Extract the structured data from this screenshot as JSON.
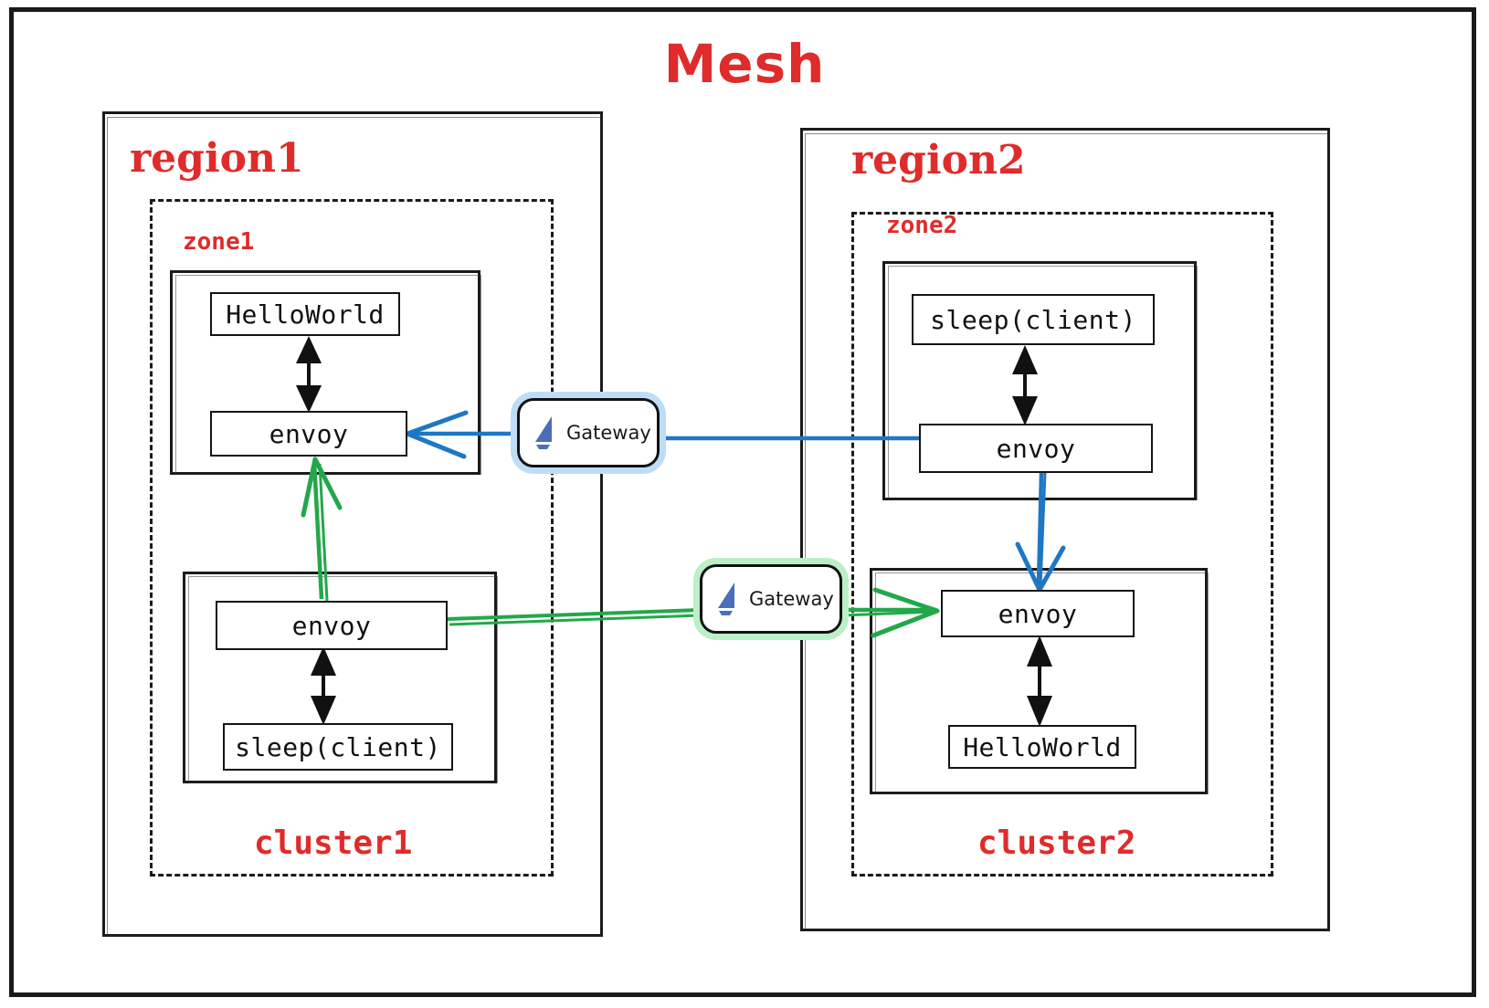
{
  "diagram": {
    "title": "Mesh",
    "title_color": "#e02b2b",
    "type": "architecture-diagram"
  },
  "regions": [
    {
      "id": "region1",
      "label": "region1",
      "zone_label": "zone1",
      "cluster_label": "cluster1",
      "pods": [
        {
          "id": "pod-hw1",
          "services": [
            "HelloWorld",
            "envoy"
          ]
        },
        {
          "id": "pod-sleep1",
          "services": [
            "envoy",
            "sleep(client)"
          ]
        }
      ]
    },
    {
      "id": "region2",
      "label": "region2",
      "zone_label": "zone2",
      "cluster_label": "cluster2",
      "pods": [
        {
          "id": "pod-sleep2",
          "services": [
            "sleep(client)",
            "envoy"
          ]
        },
        {
          "id": "pod-hw2",
          "services": [
            "envoy",
            "HelloWorld"
          ]
        }
      ]
    }
  ],
  "services": {
    "helloworld1": "HelloWorld",
    "envoy1": "envoy",
    "envoy2": "envoy",
    "sleep1": "sleep(client)",
    "sleep2": "sleep(client)",
    "envoy3": "envoy",
    "envoy4": "envoy",
    "helloworld2": "HelloWorld"
  },
  "gateways": [
    {
      "id": "gateway-blue",
      "label": "Gateway",
      "icon": "istio-sail-icon",
      "accent": "#bfdcf7",
      "flow_color": "#1f77c4"
    },
    {
      "id": "gateway-green",
      "label": "Gateway",
      "icon": "istio-sail-icon",
      "accent": "#bbefc6",
      "flow_color": "#22a84a"
    }
  ],
  "colors": {
    "red_label": "#e02b2b",
    "blue_flow": "#1f77c4",
    "green_flow": "#22a84a",
    "box_stroke": "#141414",
    "background": "#ffffff"
  },
  "flows": [
    {
      "name": "region2-envoy-to-blue-gateway",
      "color": "#1f77c4",
      "from": "envoy3",
      "to": "gateway-blue"
    },
    {
      "name": "blue-gateway-to-region1-envoy",
      "color": "#1f77c4",
      "from": "gateway-blue",
      "to": "envoy1"
    },
    {
      "name": "region2-envoy-down-to-envoy",
      "color": "#1f77c4",
      "from": "envoy3",
      "to": "envoy4"
    },
    {
      "name": "region1-envoy-to-green-gateway",
      "color": "#22a84a",
      "from": "envoy2",
      "to": "gateway-green"
    },
    {
      "name": "green-gateway-to-region2-envoy",
      "color": "#22a84a",
      "from": "gateway-green",
      "to": "envoy4"
    },
    {
      "name": "region1-envoy-up-to-envoy",
      "color": "#22a84a",
      "from": "envoy2",
      "to": "envoy1"
    }
  ]
}
